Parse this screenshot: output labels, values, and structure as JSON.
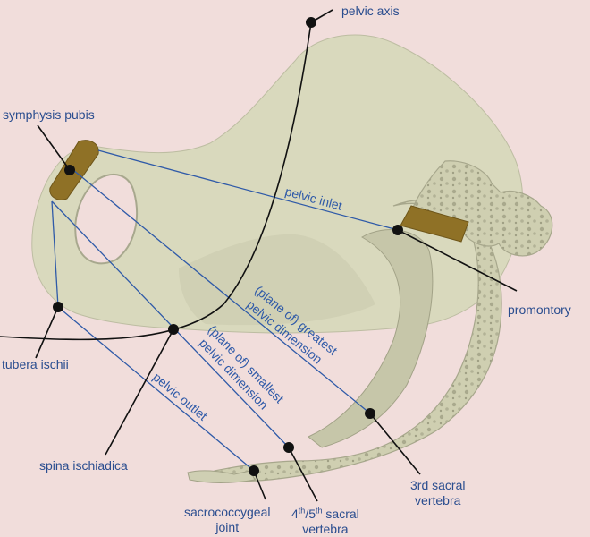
{
  "labels": {
    "pelvic_axis": "pelvic axis",
    "symphysis_pubis": "symphysis pubis",
    "pelvic_inlet": "pelvic inlet",
    "promontory": "promontory",
    "greatest_1": "(plane of) greatest",
    "greatest_2": "pelvic dimension",
    "smallest_1": "(plane of) smallest",
    "smallest_2": "pelvic dimension",
    "pelvic_outlet": "pelvic outlet",
    "tubera_ischii": "tubera ischii",
    "spina_ischiadica": "spina ischiadica",
    "sacrococcygeal_1": "sacrococcygeal",
    "sacrococcygeal_2": "joint",
    "v45_a": "4",
    "v45_sup1": "th",
    "v45_b": "/5",
    "v45_sup2": "th",
    "v45_c": " sacral",
    "v45_2": "vertebra",
    "v3_1": "3rd sacral",
    "v3_2": "vertebra"
  },
  "colors": {
    "background": "#f1dddb",
    "bone": "#d9d9bd",
    "bone_shadow": "#b3b399",
    "cartilage": "#8f7126",
    "plane_line": "#2f5aa8",
    "label_text": "#2a4d8f",
    "leader": "#111111"
  }
}
